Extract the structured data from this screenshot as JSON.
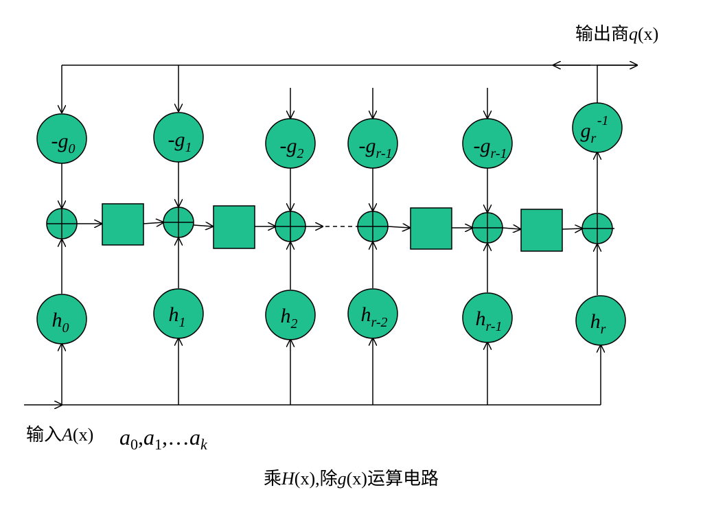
{
  "labels": {
    "output_prefix": "输出商",
    "output_poly": "q",
    "output_arg": "(x)",
    "input_prefix": "输入",
    "input_poly": "A",
    "input_arg": "(x)",
    "coeff_a": "a",
    "coeff_0": "0",
    "coeff_sep1": ",",
    "coeff_1": "1",
    "coeff_sep2": ",…",
    "coeff_k": "k",
    "caption_pre": "乘",
    "caption_H": "H",
    "caption_x1": "(x),",
    "caption_mid": "除",
    "caption_g": "g",
    "caption_x2": "(x)",
    "caption_post": "运算电路"
  },
  "g_nodes": [
    {
      "base": "-g",
      "sub": "0",
      "sup": ""
    },
    {
      "base": "-g",
      "sub": "1",
      "sup": ""
    },
    {
      "base": "-g",
      "sub": "2",
      "sup": ""
    },
    {
      "base": "-g",
      "sub": "r-1",
      "sup": ""
    },
    {
      "base": "-g",
      "sub": "r-1",
      "sup": ""
    },
    {
      "base": "g",
      "sub": "r",
      "sup": "-1"
    }
  ],
  "h_nodes": [
    {
      "base": "h",
      "sub": "0"
    },
    {
      "base": "h",
      "sub": "1"
    },
    {
      "base": "h",
      "sub": "2"
    },
    {
      "base": "h",
      "sub": "r-2"
    },
    {
      "base": "h",
      "sub": "r-1"
    },
    {
      "base": "h",
      "sub": "r"
    }
  ],
  "colors": {
    "node_fill": "#1fbf8e",
    "line": "#000000"
  }
}
